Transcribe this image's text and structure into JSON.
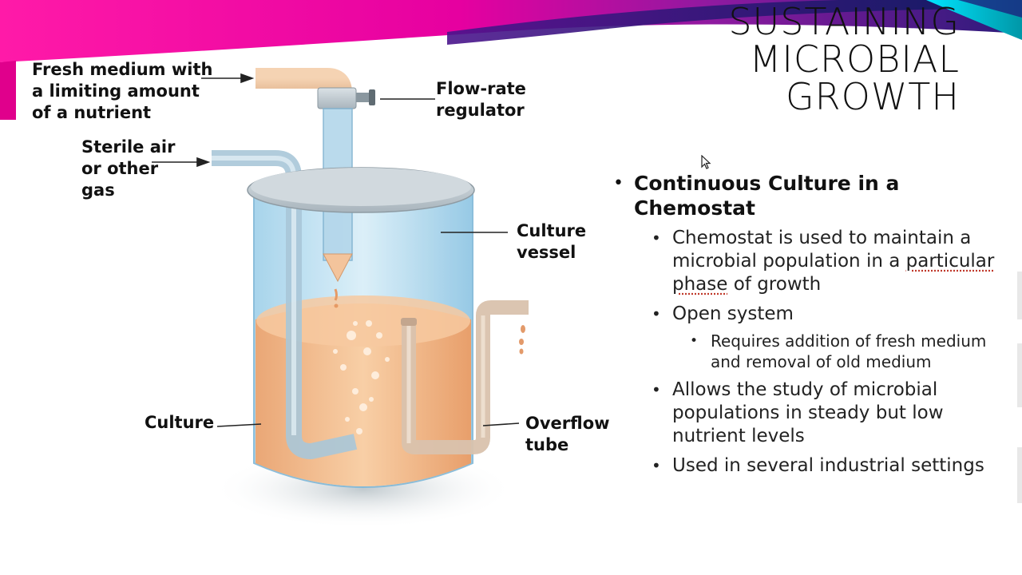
{
  "slide": {
    "title_lines": [
      "SUSTAINING",
      "MICROBIAL",
      "GROWTH"
    ],
    "ribbon_colors": [
      "#e6007e",
      "#b4008c",
      "#6a1b9a",
      "#1a237e",
      "#00bcd4"
    ]
  },
  "diagram": {
    "labels": {
      "fresh_medium": "Fresh medium with a limiting amount of a nutrient",
      "fresh_medium_lines": [
        "Fresh medium with",
        "a limiting amount",
        "of a nutrient"
      ],
      "sterile_air_lines": [
        "Sterile air",
        "or other",
        "gas"
      ],
      "flow_rate_lines": [
        "Flow-rate",
        "regulator"
      ],
      "culture_vessel_lines": [
        "Culture",
        "vessel"
      ],
      "culture": "Culture",
      "overflow_tube_lines": [
        "Overflow",
        "tube"
      ]
    },
    "colors": {
      "glass": "#a9d6ee",
      "medium": "#f2b98a",
      "lid": "#c9d3d9",
      "tube": "#b8c4cc"
    }
  },
  "content": {
    "heading": "Continuous Culture in a Chemostat",
    "bullet_1": {
      "pre": "Chemostat is used to maintain a microbial population in a ",
      "underlined": "particular phase",
      "post": " of growth"
    },
    "bullet_2": "Open system",
    "sub_bullet": "Requires addition of fresh medium and removal of old medium",
    "bullet_3": "Allows the study of microbial populations in steady but low nutrient levels",
    "bullet_4": "Used in several industrial settings",
    "bullet_char": "•"
  }
}
